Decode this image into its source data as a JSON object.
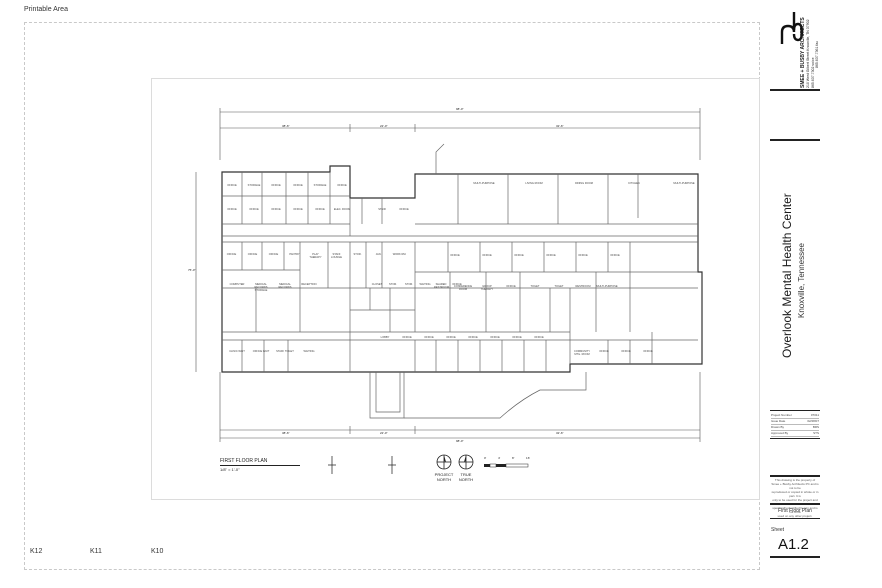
{
  "page": {
    "printable_area_label": "Printable Area",
    "column_markers": [
      "K12",
      "K11",
      "K10"
    ]
  },
  "title_block": {
    "firm_name": "SMEE + BUSBY ARCHITECTS",
    "firm_address": "210 West Gilbert Street Knoxville, TN 37902",
    "firm_phone": "865.637.7302 voice",
    "firm_fax": "865.637.7361 fax",
    "project_name": "Overlook Mental Health Center",
    "project_location": "Knoxville, Tennessee",
    "info_rows": [
      {
        "label": "Project Number",
        "value": "07011"
      },
      {
        "label": "Issue Date",
        "value": "02/28/07"
      },
      {
        "label": "Drawn By",
        "value": "BRS"
      },
      {
        "label": "Approved By",
        "value": "STS"
      }
    ],
    "note_lines": [
      "This drawing is the property of",
      "Smee + Busby Architects PC and is not to be",
      "reproduced or copied in whole or in part. It is",
      "only to be used for the project and site",
      "specifically identified herein and is not to be",
      "used on any other project."
    ],
    "sheet_name": "First Floor Plan",
    "sheet_label": "Sheet",
    "sheet_number": "A1.2"
  },
  "plan": {
    "title": "FIRST FLOOR PLAN",
    "scale": "1/8\" = 1'-0\"",
    "north_project": [
      "PROJECT",
      "NORTH"
    ],
    "north_true": [
      "TRUE",
      "NORTH"
    ],
    "scale_bar_labels": [
      "0'",
      "4'",
      "8'",
      "16'"
    ],
    "overall_dim_top": "98'-0\"",
    "dims_top": [
      "38'-6\"",
      "22'-0\"",
      "32'-6\""
    ],
    "overall_dim_left": "75'-0\"",
    "overall_dim_bottom": "98'-0\"",
    "dims_bottom": [
      "38'-6\"",
      "22'-0\"",
      "32'-6\""
    ],
    "rooms_row1": [
      "OFFICE",
      "STORAGE",
      "OFFICE",
      "OFFICE",
      "STORAGE",
      "OFFICE"
    ],
    "rooms_row1b": [
      "OFFICE",
      "OFFICE",
      "OFFICE",
      "OFFICE",
      "OFFICE",
      "ELEC. ROOM"
    ],
    "rooms_core_top": [
      "STAIR",
      "OFFICE"
    ],
    "rooms_right_top": [
      "MULTI-PURPOSE",
      "LIVING ROOM",
      "DINING ROOM",
      "KITCHEN",
      "MULTI-PURPOSE"
    ],
    "rooms_corridor_upper": [
      "OFFICE",
      "OFFICE",
      "OFFICE",
      "PANTRY",
      "PLAY THERAPY",
      "STAFF LOUNGE",
      "STOR.",
      "JAN.",
      "WORK RM."
    ],
    "rooms_corridor_right": [
      "OFFICE",
      "OFFICE",
      "OFFICE",
      "OFFICE",
      "OFFICE",
      "OFFICE"
    ],
    "rooms_mid_left": [
      "COMPUTER",
      "MEDICAL RECORDS STORAGE",
      "MEDICAL RECORDS",
      "RECEPTION"
    ],
    "rooms_mid_core": [
      "CLOSET",
      "STOR.",
      "STOR.",
      "WAITING",
      "SHARED RESTROOM",
      "OFFICE"
    ],
    "rooms_mid_right": [
      "CONFERENCE ROOM",
      "GROUP THERAPY",
      "OFFICE",
      "TOILET",
      "TOILET",
      "RESTROOM",
      "MULTI-PURPOSE"
    ],
    "rooms_bottom_left": [
      "CLINIC WAIT",
      "OFFICE WAIT",
      "STAFF TOILET",
      "WAITING"
    ],
    "rooms_bottom_mid": [
      "LOBBY",
      "OFFICE",
      "OFFICE",
      "OFFICE",
      "OFFICE",
      "OFFICE",
      "OFFICE",
      "OFFICE"
    ],
    "rooms_bottom_right": [
      "COMMUNITY MTG. ROOM",
      "OFFICE",
      "OFFICE",
      "OFFICE"
    ]
  }
}
